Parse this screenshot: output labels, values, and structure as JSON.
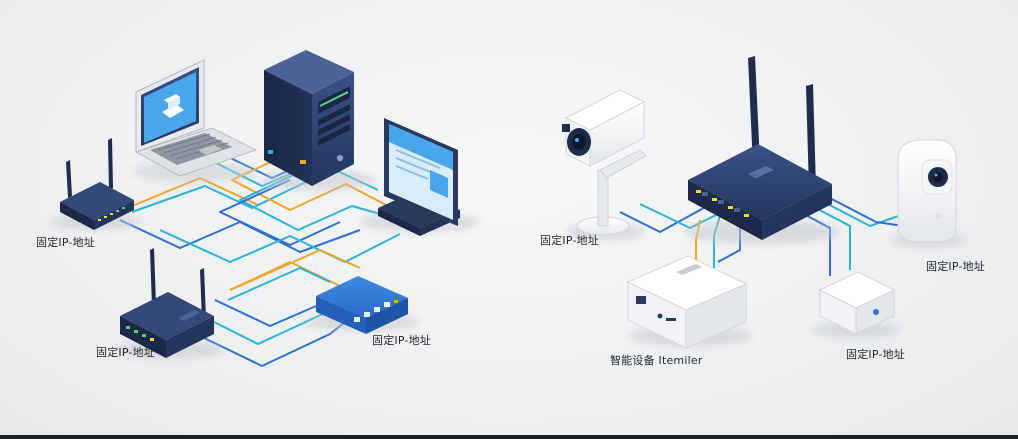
{
  "labels": {
    "left_router": "固定IP-地址",
    "left_router2": "固定IP-地址",
    "switch": "固定IP-地址",
    "camera": "固定IP-地址",
    "smart_speaker": "固定IP-地址",
    "smart_device": "智能设备 Itemiler",
    "small_hub": "固定IP-地址"
  },
  "colors": {
    "navy": "#2b3f6b",
    "navy_dark": "#1e2c4c",
    "cable_blue": "#2f6fd6",
    "cable_cyan": "#2bb3d6",
    "cable_orange": "#f2a42a",
    "screen_blue": "#4aa6ea",
    "switch_blue": "#2f74d0",
    "white_device": "#f7f8f9"
  }
}
